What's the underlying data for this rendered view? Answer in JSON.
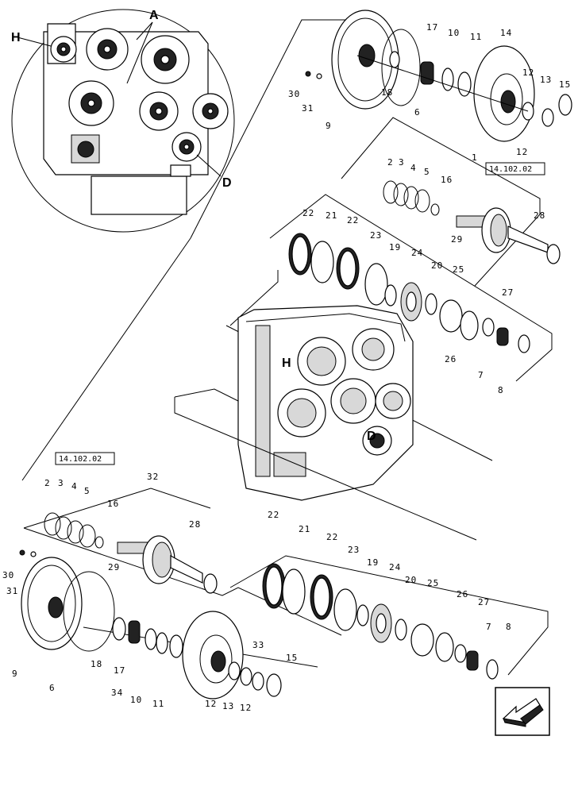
{
  "locator": {
    "letters": [
      "A",
      "H",
      "D"
    ]
  },
  "housing_letters": [
    "H",
    "D"
  ],
  "upper_refbox": "14.102.02",
  "lower_refbox": "14.102.02",
  "upper_callouts": [
    "17",
    "10",
    "11",
    "14",
    "30",
    "31",
    "9",
    "18",
    "6",
    "12",
    "13",
    "15",
    "12",
    "2",
    "3",
    "4",
    "5",
    "16",
    "1",
    "28",
    "29",
    "22",
    "21",
    "22",
    "23",
    "19",
    "24",
    "20",
    "25",
    "27",
    "26",
    "7",
    "8"
  ],
  "lower_callouts": [
    "2",
    "3",
    "4",
    "5",
    "16",
    "32",
    "28",
    "29",
    "30",
    "31",
    "9",
    "6",
    "18",
    "17",
    "34",
    "10",
    "11",
    "33",
    "15",
    "12",
    "13",
    "12",
    "22",
    "21",
    "22",
    "23",
    "19",
    "24",
    "20",
    "25",
    "26",
    "27",
    "7",
    "8"
  ]
}
